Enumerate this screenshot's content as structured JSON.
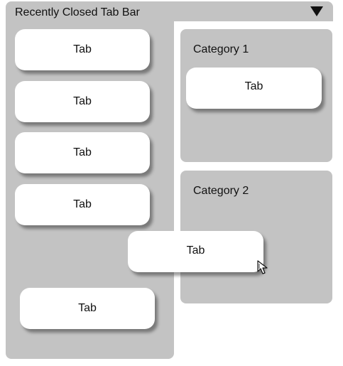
{
  "panel": {
    "title": "Recently Closed Tab Bar",
    "dropdown_icon": "triangle-down-icon"
  },
  "recent_tabs": [
    {
      "label": "Tab"
    },
    {
      "label": "Tab"
    },
    {
      "label": "Tab"
    },
    {
      "label": "Tab"
    },
    {
      "label": "Tab"
    }
  ],
  "dragging_tab": {
    "label": "Tab"
  },
  "categories": [
    {
      "title": "Category 1",
      "tabs": [
        {
          "label": "Tab"
        }
      ]
    },
    {
      "title": "Category 2",
      "tabs": []
    }
  ],
  "cursor": "drag-cursor-icon",
  "colors": {
    "panel_bg": "#c3c3c3",
    "tab_bg": "#ffffff",
    "text": "#111111"
  }
}
